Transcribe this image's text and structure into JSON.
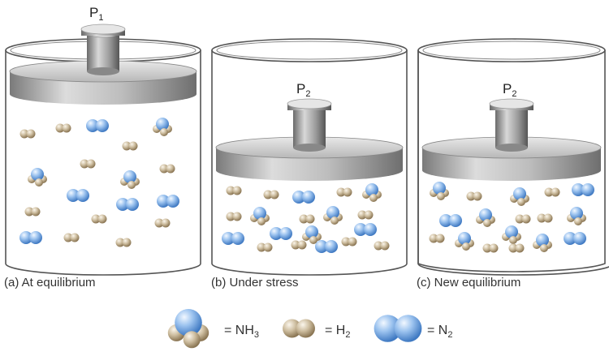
{
  "panels": [
    {
      "id": "a",
      "caption": "(a) At equilibrium",
      "pressure_label": "P",
      "pressure_sub": "1"
    },
    {
      "id": "b",
      "caption": "(b) Under stress",
      "pressure_label": "P",
      "pressure_sub": "2"
    },
    {
      "id": "c",
      "caption": "(c) New equilibrium",
      "pressure_label": "P",
      "pressure_sub": "2"
    }
  ],
  "legend": {
    "nh3": {
      "prefix": "= NH",
      "sub": "3",
      "icon": "nh3-molecule-icon"
    },
    "h2": {
      "prefix": "= H",
      "sub": "2",
      "icon": "h2-molecule-icon"
    },
    "n2": {
      "prefix": "= N",
      "sub": "2",
      "icon": "n2-molecule-icon"
    }
  },
  "colors": {
    "nitrogen": "#8fb7e6",
    "hydrogen": "#c9b79b",
    "piston": "#a9a9a9",
    "cylinder_outline": "#555555"
  }
}
